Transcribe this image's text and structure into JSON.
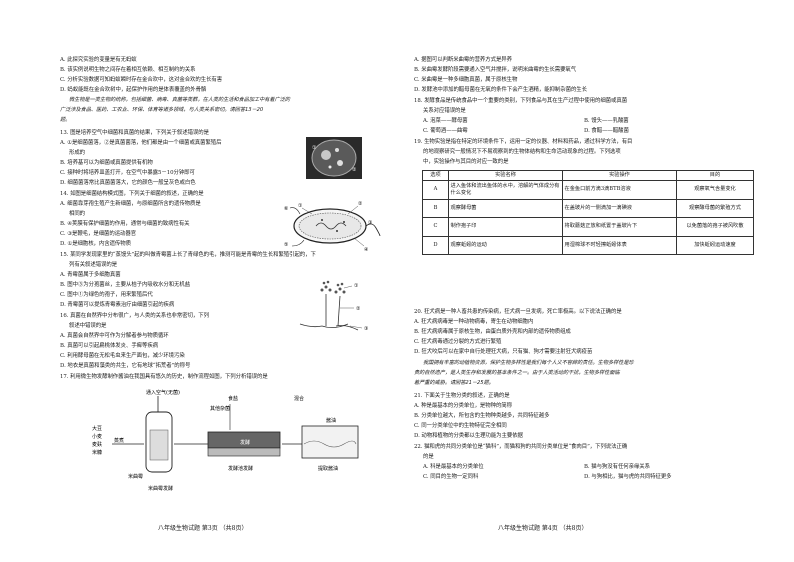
{
  "left": {
    "lines": [
      "A. 此探究实验的变量是有无蚂蚁",
      "B. 该实例说明生物之间存在着相互依赖、相互制约的关系",
      "C. 分析实验数据可知蚂蚁瞬时存在金合欢中，这对金合欢的生长有害",
      "D. 蚂蚁能既在金合欢树中，起保护作用的是体表覆盖的外骨骼",
      "微生物是一类生物的统称，包括细菌、病毒、真菌等类群，在人类的生活和食品加工中有着广泛的",
      "广泛涉及食品、医药、工农业、环保、体育等诸多领域，与人类关系密切。请回答13－20",
      "题。",
      "13. 图是培养空气中细菌和真菌的结果，下列关于叙述错误的是",
      "A. ①是细菌菌落，②是真菌菌落，他们都是由一个细菌或真菌繁殖后",
      "形成的",
      "B. 培养基可以为细菌或真菌提供有机物",
      "C. 接种时将培养皿盖打开，在空气中暴露5－10分钟即可",
      "D. 细菌菌落常比真菌菌落大，它的颜色一般呈灰色或白色",
      "14. 如图是细菌结构模式图，下列关于细菌的叙述，正确的是",
      "A. 细菌靠芽孢生殖产生新细菌，与原细菌所含的遗传物质是",
      "相同的",
      "B. ④荚膜有保护细菌的作用，通常与细菌的致病性有关",
      "C. ③是鞭毛，是细菌的运动器官",
      "D. ①是细胞核，内含遗传物质",
      "15. 某同学发现家里的“蒸馒头”起的叫做青霉菌上长了青绿色的毛，推测可能是青霉的生长和繁殖引起的，下",
      "列有关叙述错误的是",
      "A. 青霉菌属于多细胞真菌",
      "B. 图中③为分孢菌丝，主要从桔子内吸收水分和无机盐",
      "C. 图中①为绿色的孢子，用来繁殖后代",
      "D. 青霉菌可以提炼青霉素治疗由细菌引起的疾病",
      "16. 真菌在自然界中分布很广，与人类的关系也非常密切，下列",
      "叙述中错误的是",
      "A. 真菌会自然界中可作为分解者参与物质循环",
      "B. 真菌可以引起扁桃体发炎、手癣等疾病",
      "C. 利用酵母菌在无松毛虫来生产面包，减少环境污染",
      "D. 地衣是真菌和藻类的共生，它有地球“拓荒者”的称号",
      "17. 利用微生物发酵制作酱油在我国具有悠久的历史，制作流程如图，下列分析错误的是"
    ],
    "fig17": {
      "labels": [
        "通入空气(无菌)",
        "大豆",
        "小麦",
        "麦麸",
        "米糠",
        "蒸煮",
        "米曲霉",
        "食盐",
        "其他杂菌",
        "混合",
        "发酵",
        "酱油",
        "米曲霉发酵",
        "发酵池发酵",
        "提取酱油"
      ]
    },
    "fig13": {
      "labels": [
        "①",
        "②"
      ]
    },
    "fig14": {
      "labels": [
        "①",
        "②",
        "③",
        "④",
        "⑤",
        "⑥"
      ]
    },
    "fig15": {
      "labels": [
        "①",
        "②",
        "③"
      ]
    },
    "footer": "八年级生物试题  第3页  （共8页）"
  },
  "right": {
    "lines": [
      "A. 据图可以判断米曲霉的营养方式是异养",
      "B. 米曲霉发酵阶段需要通入空气并搅拌，说明米曲霉的生长需要氧气",
      "C. 米曲霉是一种多细胞真菌，属于原核生物",
      "D. 发酵池中添加的醋母菌在无氧的条件下会产生酒精，能抑制杂菌的生长",
      "18. 发酵食品是传统食品中一个重要的类别，下列食品与其在生产过程中使用的细菌或真菌",
      "关系对应错误的是",
      "A. 泡菜——酵母菌",
      "B. 馒头——乳酸菌",
      "C. 葡萄酒——曲霉",
      "D. 食醋——醋酸菌",
      "19. 生物实验是指在特定的环境条件下，运用一定的仪器、材料和药品，通过科学方法，有目",
      "的地观察研究一般情况下不易观察到的生物体结构和生命活动现象的过程。下列选项",
      "中，实验操作与其目的对应一致的是",
      "20. 狂犬病是一种人畜共患的传染病，狂犬病一旦发病，死亡率极高。以下说法正确的是",
      "A. 狂犬病病毒是一种动物病毒，寄生在动物细胞内",
      "B. 狂犬病病毒属于原核生物，由蛋白质外壳和内部的遗传物质组成",
      "C. 狂犬病毒通过分裂的方式进行繁殖",
      "D. 狂犬咬后可以在家中自行处理狂犬病，只有猫、狗才需要注射狂犬病疫苗",
      "我国拥有丰富的动植物资源，保护生物多样性是我们每个人义不容辞的责任。生物多样性是珍",
      "贵的自然遗产，是人类生存和发展的基本条件之一。由于人类活动的干扰，生物多样性面临",
      "着严重的威胁。请回答21－25题。",
      "21. 下面关于生物分类的叙述，正确的是",
      "A. 种是最基本的分类单位，是物种的简称",
      "B. 分类单位越大，所包含的生物种类越多，共同特征越多",
      "C. 同一分类单位中的生物特征完全相同",
      "D. 动物和植物的分类都以生理功能为主要依据",
      "22. 猫和虎的共同分类单位是“猫科”，而猫和狗的共同分类单位是“食肉目”，下列说法正确",
      "的是",
      "A. 科是最基本的分类单位",
      "B. 猫与狗没有任何亲缘关系",
      "C. 同目的生物一定同科",
      "D. 与狗相比，猫与虎的共同特征更多"
    ],
    "table": {
      "headers": [
        "选项",
        "实验名称",
        "实验操作",
        "目的"
      ],
      "rows": [
        [
          "A",
          "进入鱼体和流出鱼体的水中，溶解的气体成分有什么变化",
          "在金鱼口前方滴3滴BTB溶液",
          "观察氧气含量变化"
        ],
        [
          "B",
          "观察酵母菌",
          "在盖玻片的一侧滴加一滴碘液",
          "观察酵母菌的繁殖方式"
        ],
        [
          "C",
          "制作孢子印",
          "将取蘑菇正放和纸置于盖玻片下",
          "以免菌落的孢子被风吹散"
        ],
        [
          "D",
          "观察蚯蚓的运动",
          "用湿棉球不时轻擦蚯蚓体表",
          "加快蚯蚓运动速度"
        ]
      ]
    },
    "footer": "八年级生物试题  第4页  （共8页）"
  }
}
